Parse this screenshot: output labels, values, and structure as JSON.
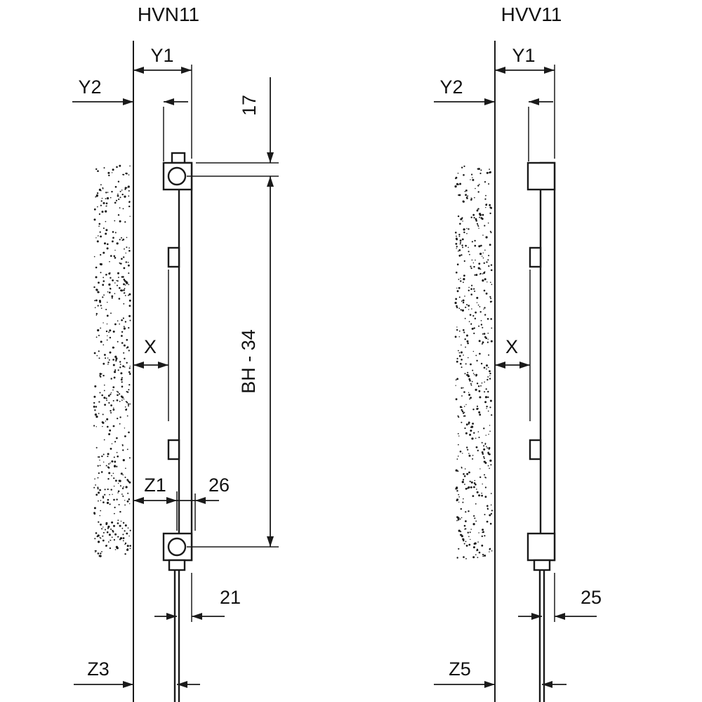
{
  "page": {
    "background": "#ffffff",
    "line_color": "#1a1a1a"
  },
  "left_diagram": {
    "title": "HVN11",
    "labels": {
      "y1": "Y1",
      "y2": "Y2",
      "top_offset": "17",
      "height": "BH - 34",
      "x": "X",
      "z1": "Z1",
      "pipe_offset": "26",
      "bottom_offset": "21",
      "z3": "Z3"
    }
  },
  "right_diagram": {
    "title": "HVV11",
    "labels": {
      "y1": "Y1",
      "y2": "Y2",
      "x": "X",
      "bottom_offset": "25",
      "z5": "Z5"
    }
  }
}
